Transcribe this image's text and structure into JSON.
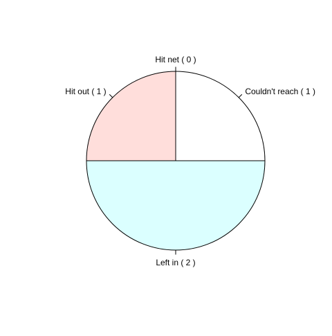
{
  "chart_data": {
    "type": "pie",
    "title": "",
    "slices": [
      {
        "label": "Couldn't reach  ( 1 )",
        "value": 1,
        "color": "#FFFFFF"
      },
      {
        "label": "Hit net  ( 0 )",
        "value": 0,
        "color": "#FFFFFF"
      },
      {
        "label": "Hit out  ( 1 )",
        "value": 1,
        "color": "#FFDEDB"
      },
      {
        "label": "Left in  ( 2 )",
        "value": 2,
        "color": "#DBFFFF"
      }
    ]
  }
}
